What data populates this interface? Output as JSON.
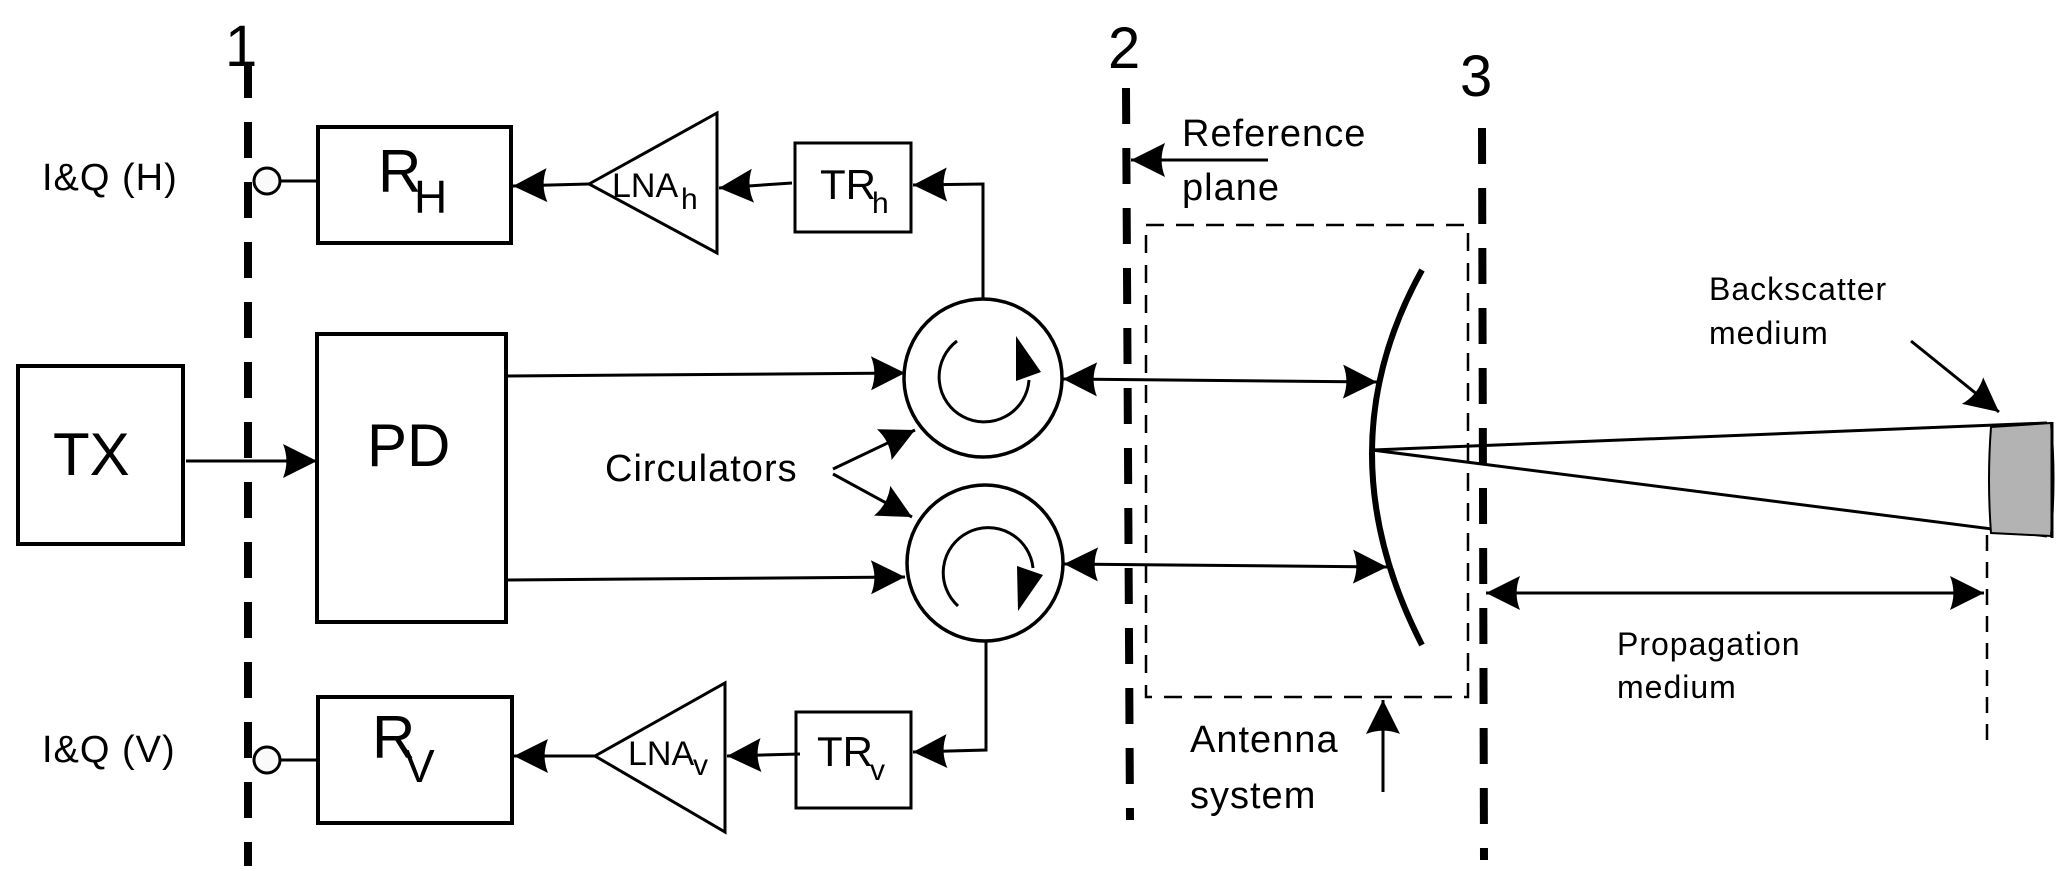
{
  "diagram": {
    "title": "Dual-polarization radar receiver / antenna / propagation block diagram",
    "reference_planes": [
      "1",
      "2",
      "3"
    ],
    "ports": {
      "iq_h": "I&Q (H)",
      "iq_v": "I&Q (V)"
    },
    "blocks": {
      "tx": "TX",
      "pd": "PD",
      "rh_main": "R",
      "rh_sub": "H",
      "rv_main": "R",
      "rv_sub": "V",
      "lna_h_main": "LNA",
      "lna_h_sub": "h",
      "lna_v_main": "LNA",
      "lna_v_sub": "v",
      "tr_h_main": "TR",
      "tr_h_sub": "h",
      "tr_v_main": "TR",
      "tr_v_sub": "v"
    },
    "labels": {
      "circulators": "Circulators",
      "reference_line1": "Reference",
      "reference_line2": "plane",
      "antenna_line1": "Antenna",
      "antenna_line2": "system",
      "backscatter_line1": "Backscatter",
      "backscatter_line2": "medium",
      "propagation_line1": "Propagation",
      "propagation_line2": "medium"
    },
    "colors": {
      "line": "#000000",
      "background": "#ffffff",
      "backscatter_fill": "#b3b3b3"
    }
  }
}
